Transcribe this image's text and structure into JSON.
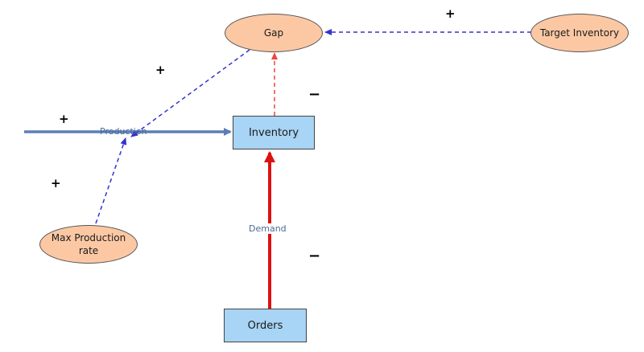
{
  "colors": {
    "aux_fill": "#fcc8a4",
    "stock_fill": "#a8d4f5",
    "flow_blue": "#5b7fb5",
    "flow_red": "#dd1111",
    "link_blue": "#3333cc",
    "link_red": "#ee4444"
  },
  "nodes": {
    "gap": "Gap",
    "target_inventory": "Target Inventory",
    "inventory": "Inventory",
    "max_production_rate_line1": "Max Production",
    "max_production_rate_line2": "rate",
    "orders": "Orders"
  },
  "flows": {
    "production": "Production",
    "demand": "Demand"
  },
  "polarities": {
    "target_to_gap": "+",
    "gap_to_production": "+",
    "production_inflow": "+",
    "max_rate_to_production": "+",
    "inventory_to_gap": "−",
    "demand_outflow": "−"
  }
}
